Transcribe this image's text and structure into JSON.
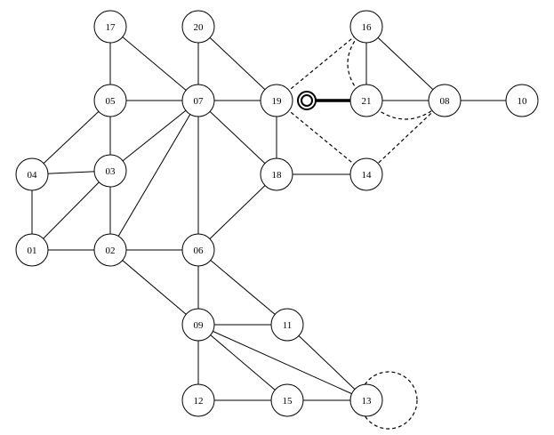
{
  "graph": {
    "nodes": [
      {
        "id": "01",
        "label": "01"
      },
      {
        "id": "02",
        "label": "02"
      },
      {
        "id": "03",
        "label": "03"
      },
      {
        "id": "04",
        "label": "04"
      },
      {
        "id": "05",
        "label": "05"
      },
      {
        "id": "06",
        "label": "06"
      },
      {
        "id": "07",
        "label": "07"
      },
      {
        "id": "08",
        "label": "08"
      },
      {
        "id": "09",
        "label": "09"
      },
      {
        "id": "10",
        "label": "10"
      },
      {
        "id": "11",
        "label": "11"
      },
      {
        "id": "12",
        "label": "12"
      },
      {
        "id": "13",
        "label": "13"
      },
      {
        "id": "14",
        "label": "14"
      },
      {
        "id": "15",
        "label": "15"
      },
      {
        "id": "16",
        "label": "16"
      },
      {
        "id": "17",
        "label": "17"
      },
      {
        "id": "18",
        "label": "18"
      },
      {
        "id": "19",
        "label": "19"
      },
      {
        "id": "20",
        "label": "20"
      },
      {
        "id": "21",
        "label": "21"
      }
    ],
    "edges": [
      [
        "17",
        "05"
      ],
      [
        "17",
        "07"
      ],
      [
        "20",
        "07"
      ],
      [
        "20",
        "19"
      ],
      [
        "05",
        "07"
      ],
      [
        "05",
        "04"
      ],
      [
        "05",
        "03"
      ],
      [
        "07",
        "19"
      ],
      [
        "07",
        "03"
      ],
      [
        "07",
        "02"
      ],
      [
        "07",
        "06"
      ],
      [
        "07",
        "18"
      ],
      [
        "04",
        "03"
      ],
      [
        "04",
        "01"
      ],
      [
        "03",
        "01"
      ],
      [
        "03",
        "02"
      ],
      [
        "01",
        "02"
      ],
      [
        "02",
        "06"
      ],
      [
        "02",
        "09"
      ],
      [
        "06",
        "18"
      ],
      [
        "06",
        "09"
      ],
      [
        "06",
        "11"
      ],
      [
        "19",
        "18"
      ],
      [
        "18",
        "14"
      ],
      [
        "16",
        "21"
      ],
      [
        "16",
        "08"
      ],
      [
        "21",
        "08"
      ],
      [
        "08",
        "10"
      ],
      [
        "09",
        "11"
      ],
      [
        "09",
        "12"
      ],
      [
        "09",
        "15"
      ],
      [
        "09",
        "13"
      ],
      [
        "11",
        "13"
      ],
      [
        "12",
        "15"
      ],
      [
        "15",
        "13"
      ]
    ],
    "dashed_edges": [
      [
        "19",
        "16"
      ],
      [
        "19",
        "14"
      ],
      [
        "08",
        "14"
      ]
    ],
    "dashed_arcs": [
      [
        "16",
        "21"
      ],
      [
        "21",
        "08"
      ]
    ],
    "self_loops": [
      "13"
    ],
    "bold_edges": [
      [
        "19",
        "21"
      ]
    ]
  }
}
